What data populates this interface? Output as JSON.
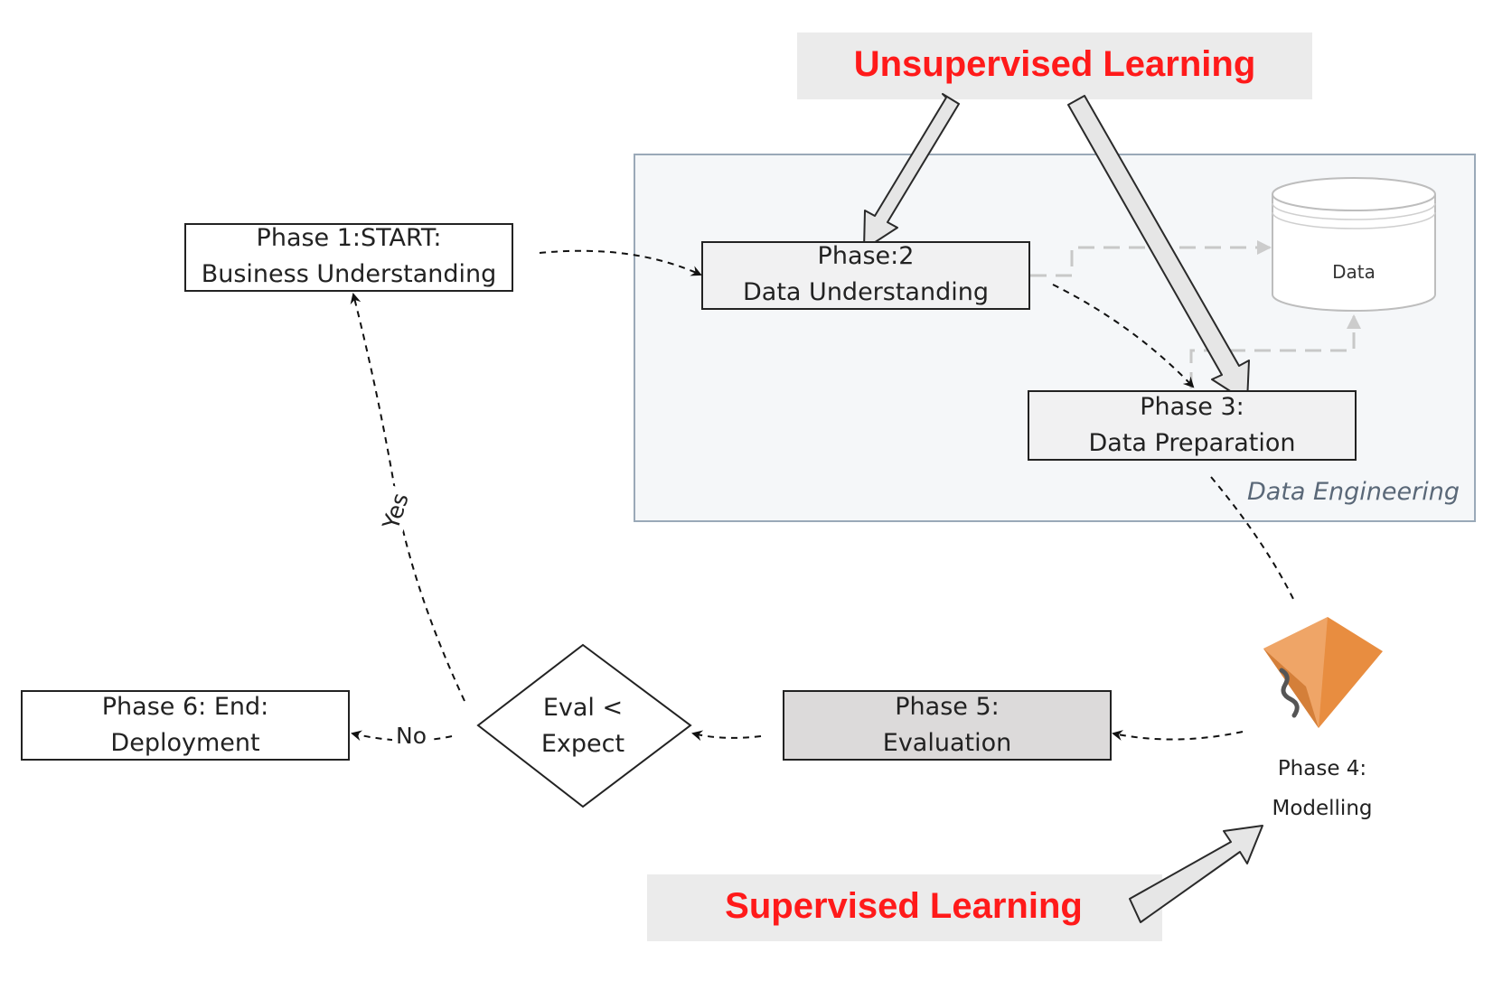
{
  "banners": {
    "unsupervised": "Unsupervised Learning",
    "supervised": "Supervised Learning",
    "text_color": "#ff1a1a",
    "background": "#ebebeb"
  },
  "region": {
    "label": "Data Engineering"
  },
  "phases": {
    "phase1": [
      "Phase 1:START:",
      "Business Understanding"
    ],
    "phase2": [
      "Phase:2",
      "Data Understanding"
    ],
    "phase3": [
      "Phase 3:",
      "Data Preparation"
    ],
    "phase4": [
      "Phase 4:",
      "Modelling"
    ],
    "phase5": [
      "Phase 5:",
      "Evaluation"
    ],
    "phase6": [
      "Phase 6: End:",
      "Deployment"
    ]
  },
  "decision": [
    "Eval <",
    "Expect"
  ],
  "edge_labels": {
    "yes": "Yes",
    "no": "No"
  },
  "database": {
    "label": "Data"
  },
  "colors": {
    "node_fill": "#f1f1f2",
    "phase5_fill": "#dcdada",
    "region_fill": "#f5f7f9",
    "region_border": "#9aa9b8",
    "model_icon": "#e88d40"
  }
}
